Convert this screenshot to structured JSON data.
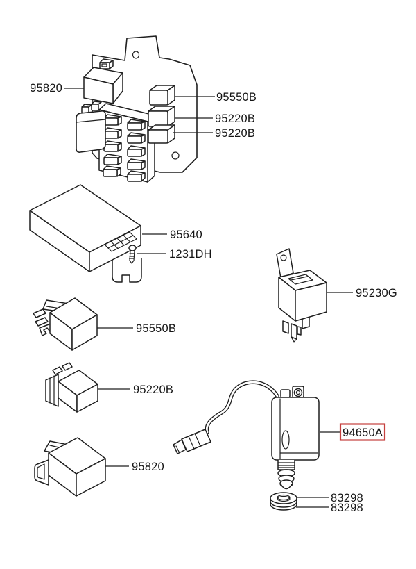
{
  "diagram": {
    "type": "parts-diagram",
    "colors": {
      "background": "#ffffff",
      "line": "#1f1f1f",
      "highlight": "#c5403e"
    },
    "callouts": [
      {
        "id": "fuse-box-relay",
        "label": "95820",
        "highlighted": false
      },
      {
        "id": "box-relay-95550b",
        "label": "95550B",
        "highlighted": false
      },
      {
        "id": "box-relay-95220b-1",
        "label": "95220B",
        "highlighted": false
      },
      {
        "id": "box-relay-95220b-2",
        "label": "95220B",
        "highlighted": false
      },
      {
        "id": "control-module",
        "label": "95640",
        "highlighted": false
      },
      {
        "id": "screw",
        "label": "1231DH",
        "highlighted": false
      },
      {
        "id": "relay-95550b",
        "label": "95550B",
        "highlighted": false
      },
      {
        "id": "relay-95220b",
        "label": "95220B",
        "highlighted": false
      },
      {
        "id": "relay-95820",
        "label": "95820",
        "highlighted": false
      },
      {
        "id": "bracket-relay",
        "label": "95230G",
        "highlighted": false
      },
      {
        "id": "stop-lamp-switch",
        "label": "94650A",
        "highlighted": true
      },
      {
        "id": "washer-top",
        "label": "83298",
        "highlighted": false
      },
      {
        "id": "washer-bottom",
        "label": "83298",
        "highlighted": false
      }
    ]
  }
}
